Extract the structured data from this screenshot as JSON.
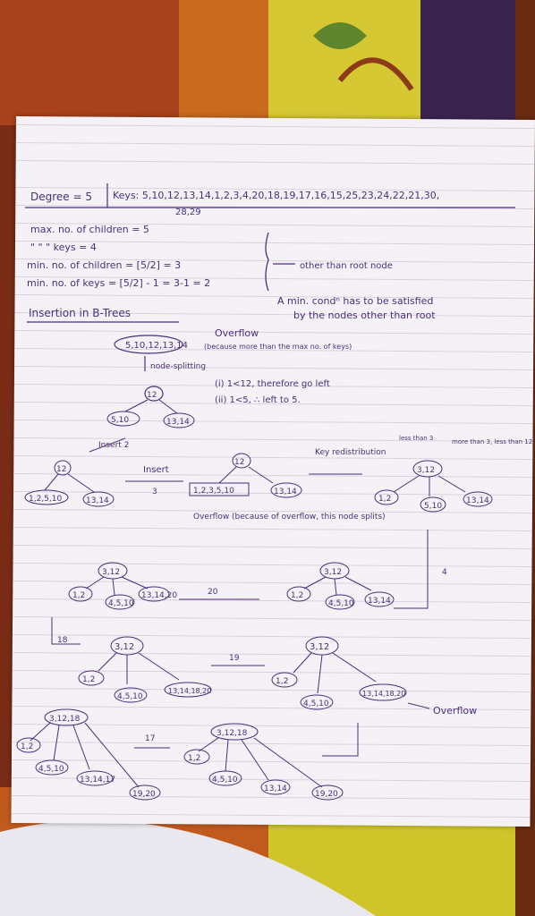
{
  "header": {
    "degree": "Degree = 5",
    "keys": "Keys: 5,10,12,13,14,1,2,3,4,20,18,19,17,16,15,25,23,24,22,21,30,",
    "keys_cont": "28,29"
  },
  "rules": {
    "max_children": "max. no. of children = 5",
    "max_keys": "\"     \"     \" keys = 4",
    "min_children": "min. no. of children = [5/2] = 3",
    "min_keys": "min. no. of keys = [5/2] - 1 = 3-1 = 2",
    "other_than_root": "other than root node",
    "min_cond": "A min. condⁿ has to be satisfied",
    "min_cond2": "by the nodes other than root"
  },
  "section_title": "Insertion in B-Trees",
  "notes": {
    "overflow": "Overflow",
    "overflow_reason": "(because more than the max no. of keys)",
    "node_splitting": "node-splitting",
    "cond1": "(i) 1<12, therefore go left",
    "cond2": "(ii) 1<5, ∴ left to 5.",
    "insert2": "Insert 2",
    "insert3": "Insert",
    "insert3_num": "3",
    "key_redistribution": "Key redistribution",
    "less_than": "less than 3",
    "more_than": "more than 3, less than 12",
    "overflow2": "Overflow (because of overflow, this node splits)",
    "num4": "4",
    "num20": "20",
    "num18": "18",
    "num19": "19",
    "num17": "17",
    "overflow3": "Overflow"
  },
  "nodes": {
    "n_first": "5,10,12,13,14",
    "n_12": "12",
    "n_510": "5,10",
    "n_1314": "13,14",
    "n_1_": "(i)",
    "n_12b": "12",
    "n_12510": "1,2,5,10",
    "n_1314b": "13,14",
    "n_12_top": "12",
    "n_12_35_10": "1,2,3,5,10",
    "n_1314c": "13,14",
    "n_312": "3,12",
    "n_12c": "1,2",
    "n_510b": "5,10",
    "n_1314d": "13,14",
    "n_312b": "3,12",
    "n_12d": "1,2",
    "n_4510": "4,5,10",
    "n_131420": "13,14,20",
    "n_312c": "3,12",
    "n_12e": "1,2",
    "n_4510b": "4,5,10",
    "n_1314e": "13,14",
    "n_312d": "3,12",
    "n_12f": "1,2",
    "n_4510c": "4,5,10",
    "n_13141820": "13,14,18,20",
    "n_312e": "3,12",
    "n_12g": "1,2",
    "n_4510d": "4,5,10",
    "n_13141820b": "13,14,18,20",
    "n_31218": "3,12,18",
    "n_12h": "1,2",
    "n_4510e": "4,5,10",
    "n_131417": "13,14,17",
    "n_1920": "19,20",
    "n_31218b": "3,12,18",
    "n_12i": "1,2",
    "n_4510f": "4,5,10",
    "n_1314f": "13,14",
    "n_1920b": "19,20"
  }
}
